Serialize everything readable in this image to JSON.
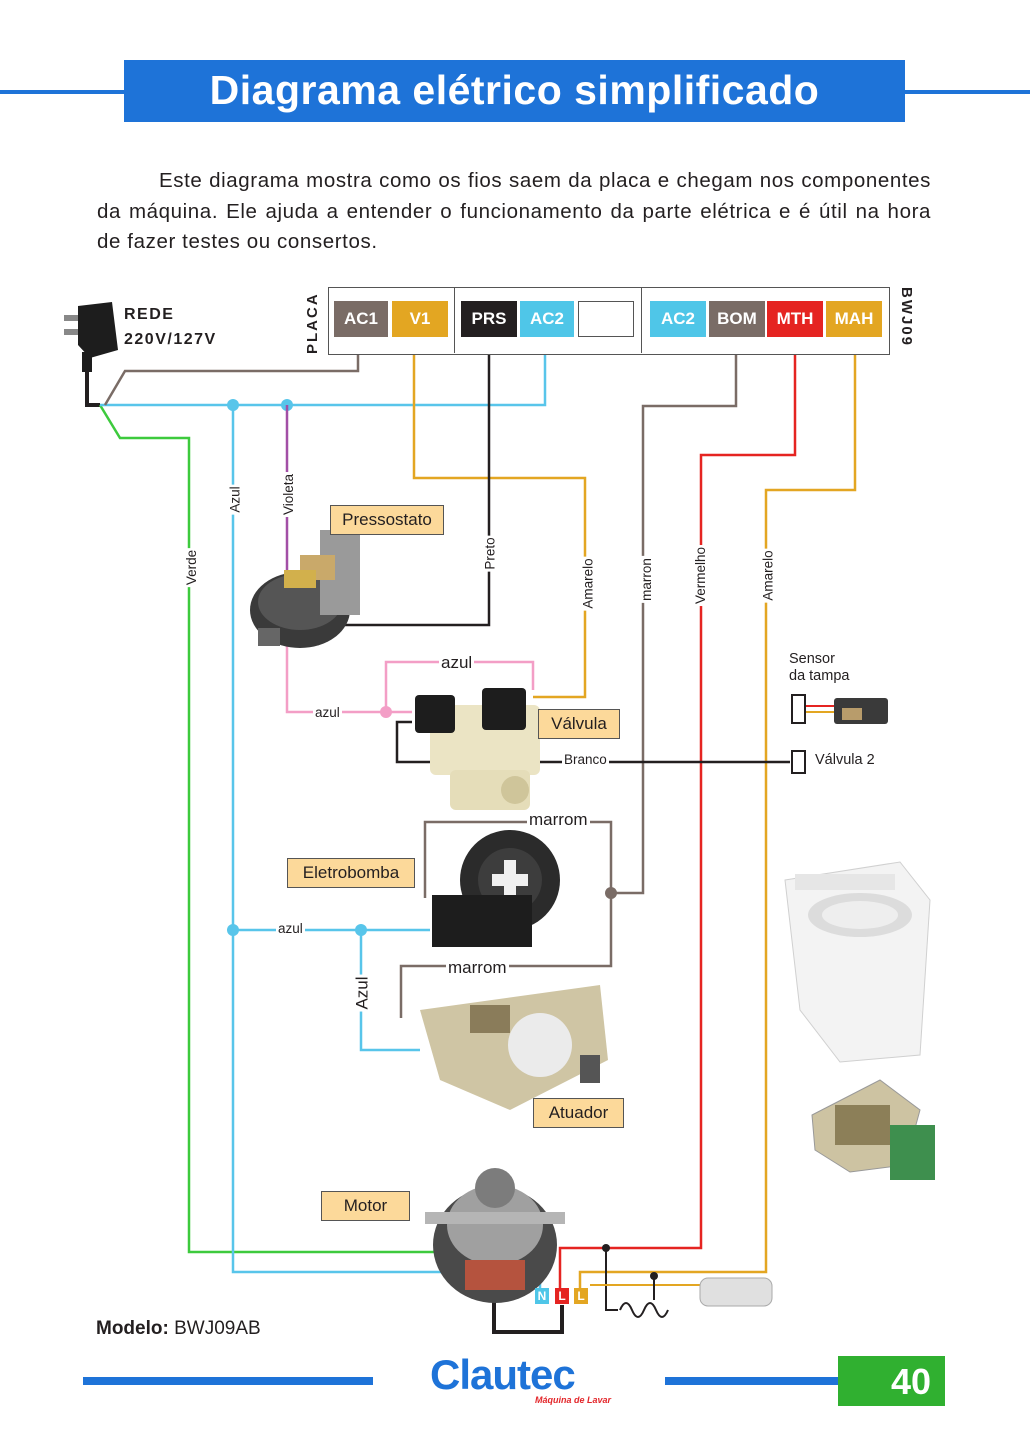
{
  "header": {
    "title": "Diagrama elétrico simplificado"
  },
  "intro": "Este diagrama mostra como os fios saem da placa e chegam nos componentes da máquina. Ele ajuda a entender o funcionamento da parte elétrica e é útil na hora de fazer testes ou consertos.",
  "power": {
    "line1": "REDE",
    "line2": "220V/127V"
  },
  "board": {
    "side_label": "PLACA",
    "model_label": "BWJ09",
    "terminals": [
      {
        "label": "AC1",
        "color": "#7a6c66"
      },
      {
        "label": "V1",
        "color": "#e3a622"
      },
      {
        "label": "PRS",
        "color": "#231f20"
      },
      {
        "label": "AC2",
        "color": "#4fc6e8"
      },
      {
        "label": "",
        "color": "#ffffff"
      },
      {
        "label": "AC2",
        "color": "#4fc6e8"
      },
      {
        "label": "BOM",
        "color": "#7a6c66"
      },
      {
        "label": "MTH",
        "color": "#e52421"
      },
      {
        "label": "MAH",
        "color": "#e3a622"
      }
    ]
  },
  "components": {
    "pressostato": "Pressostato",
    "valvula": "Válvula",
    "eletrobomba": "Eletrobomba",
    "atuador": "Atuador",
    "motor": "Motor"
  },
  "wires": {
    "verde": "Verde",
    "azul": "Azul",
    "violeta": "Violeta",
    "preto": "Preto",
    "amarelo1": "Amarelo",
    "marron": "marron",
    "vermelho": "Vermelho",
    "amarelo2": "Amarelo",
    "azul_valve_top": "azul",
    "azul_valve_left": "azul",
    "branco": "Branco",
    "marrom_pump": "marrom",
    "azul_pump": "azul",
    "marrom_actuator": "marrom",
    "azul_actuator": "Azul"
  },
  "sensor": {
    "line1": "Sensor",
    "line2": "da tampa"
  },
  "valvula2": "Válvula 2",
  "motor_terminals": {
    "n": "N",
    "l1": "L",
    "l2": "L"
  },
  "footer": {
    "modelo_label": "Modelo:",
    "modelo_value": "BWJ09AB",
    "page": "40",
    "brand": "Clautec",
    "brand_sub": "Máquina de Lavar"
  },
  "colors": {
    "accent_blue": "#1e73d8",
    "wire_green": "#3dca3d",
    "wire_blue": "#58c5ea",
    "wire_violet": "#a24fa6",
    "wire_black": "#231f20",
    "wire_yellow": "#e3a622",
    "wire_brown": "#7a6c66",
    "wire_red": "#e52421",
    "wire_pink": "#f39ec6",
    "label_bg": "#fcd99a",
    "page_green": "#30b030"
  }
}
